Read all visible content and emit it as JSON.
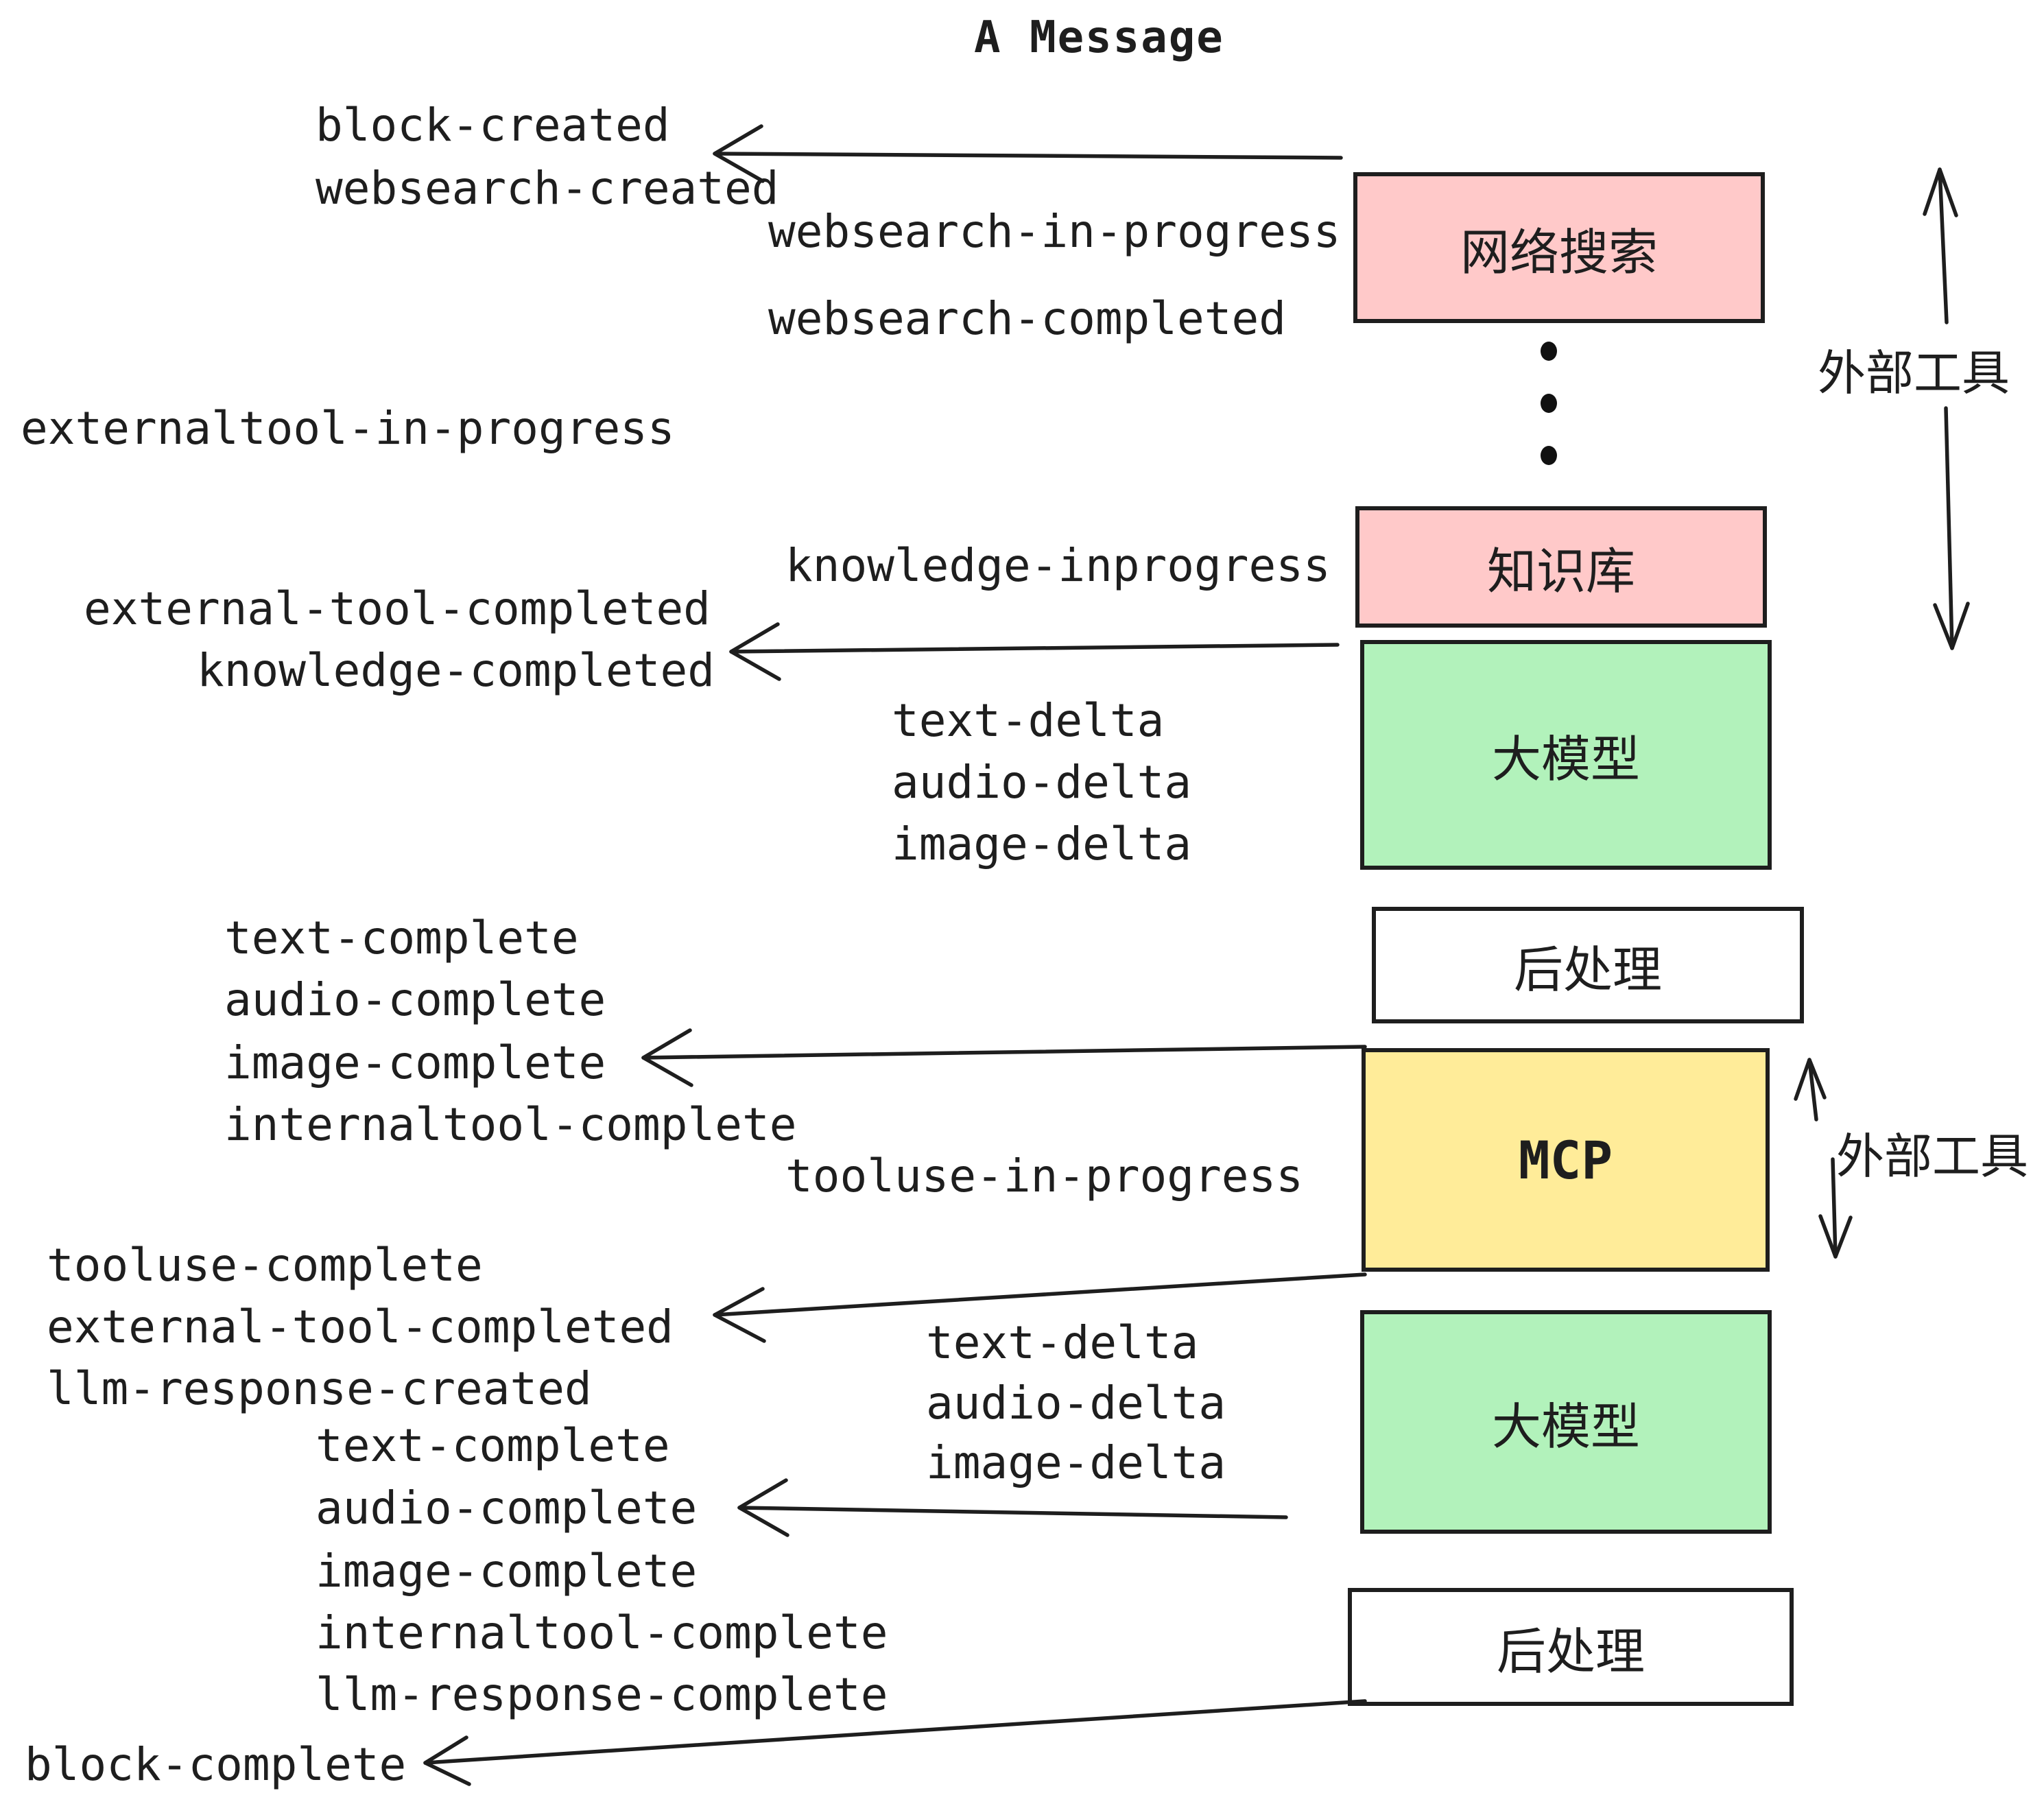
{
  "title": "A Message",
  "colors": {
    "pink": "#ffc9c9",
    "green": "#b2f2bb",
    "yellow": "#ffec99",
    "white": "#ffffff",
    "ink": "#1e1e1e"
  },
  "boxes": [
    {
      "id": "websearch",
      "label": "网络搜索",
      "color": "#ffc9c9"
    },
    {
      "id": "knowledge",
      "label": "知识库",
      "color": "#ffc9c9"
    },
    {
      "id": "llm-1",
      "label": "大模型",
      "color": "#b2f2bb"
    },
    {
      "id": "postprocess-1",
      "label": "后处理",
      "color": "#ffffff"
    },
    {
      "id": "mcp",
      "label": "MCP",
      "color": "#ffec99"
    },
    {
      "id": "llm-2",
      "label": "大模型",
      "color": "#b2f2bb"
    },
    {
      "id": "postprocess-2",
      "label": "后处理",
      "color": "#ffffff"
    }
  ],
  "side_labels": {
    "external_tool_top": "外部工具",
    "external_tool_mcp": "外部工具"
  },
  "events": {
    "block_created": "block-created",
    "websearch_created": "websearch-created",
    "websearch_in_progress": "websearch-in-progress",
    "websearch_completed": "websearch-completed",
    "externaltool_in_progress": "externaltool-in-progress",
    "knowledge_inprogress": "knowledge-inprogress",
    "external_tool_completed": "external-tool-completed",
    "knowledge_completed": "knowledge-completed",
    "text_delta": "text-delta",
    "audio_delta": "audio-delta",
    "image_delta": "image-delta",
    "text_complete": "text-complete",
    "audio_complete": "audio-complete",
    "image_complete": "image-complete",
    "internaltool_complete": "internaltool-complete",
    "tooluse_in_progress": "tooluse-in-progress",
    "tooluse_complete": "tooluse-complete",
    "llm_response_created": "llm-response-created",
    "llm_response_complete": "llm-response-complete",
    "block_complete": "block-complete"
  }
}
